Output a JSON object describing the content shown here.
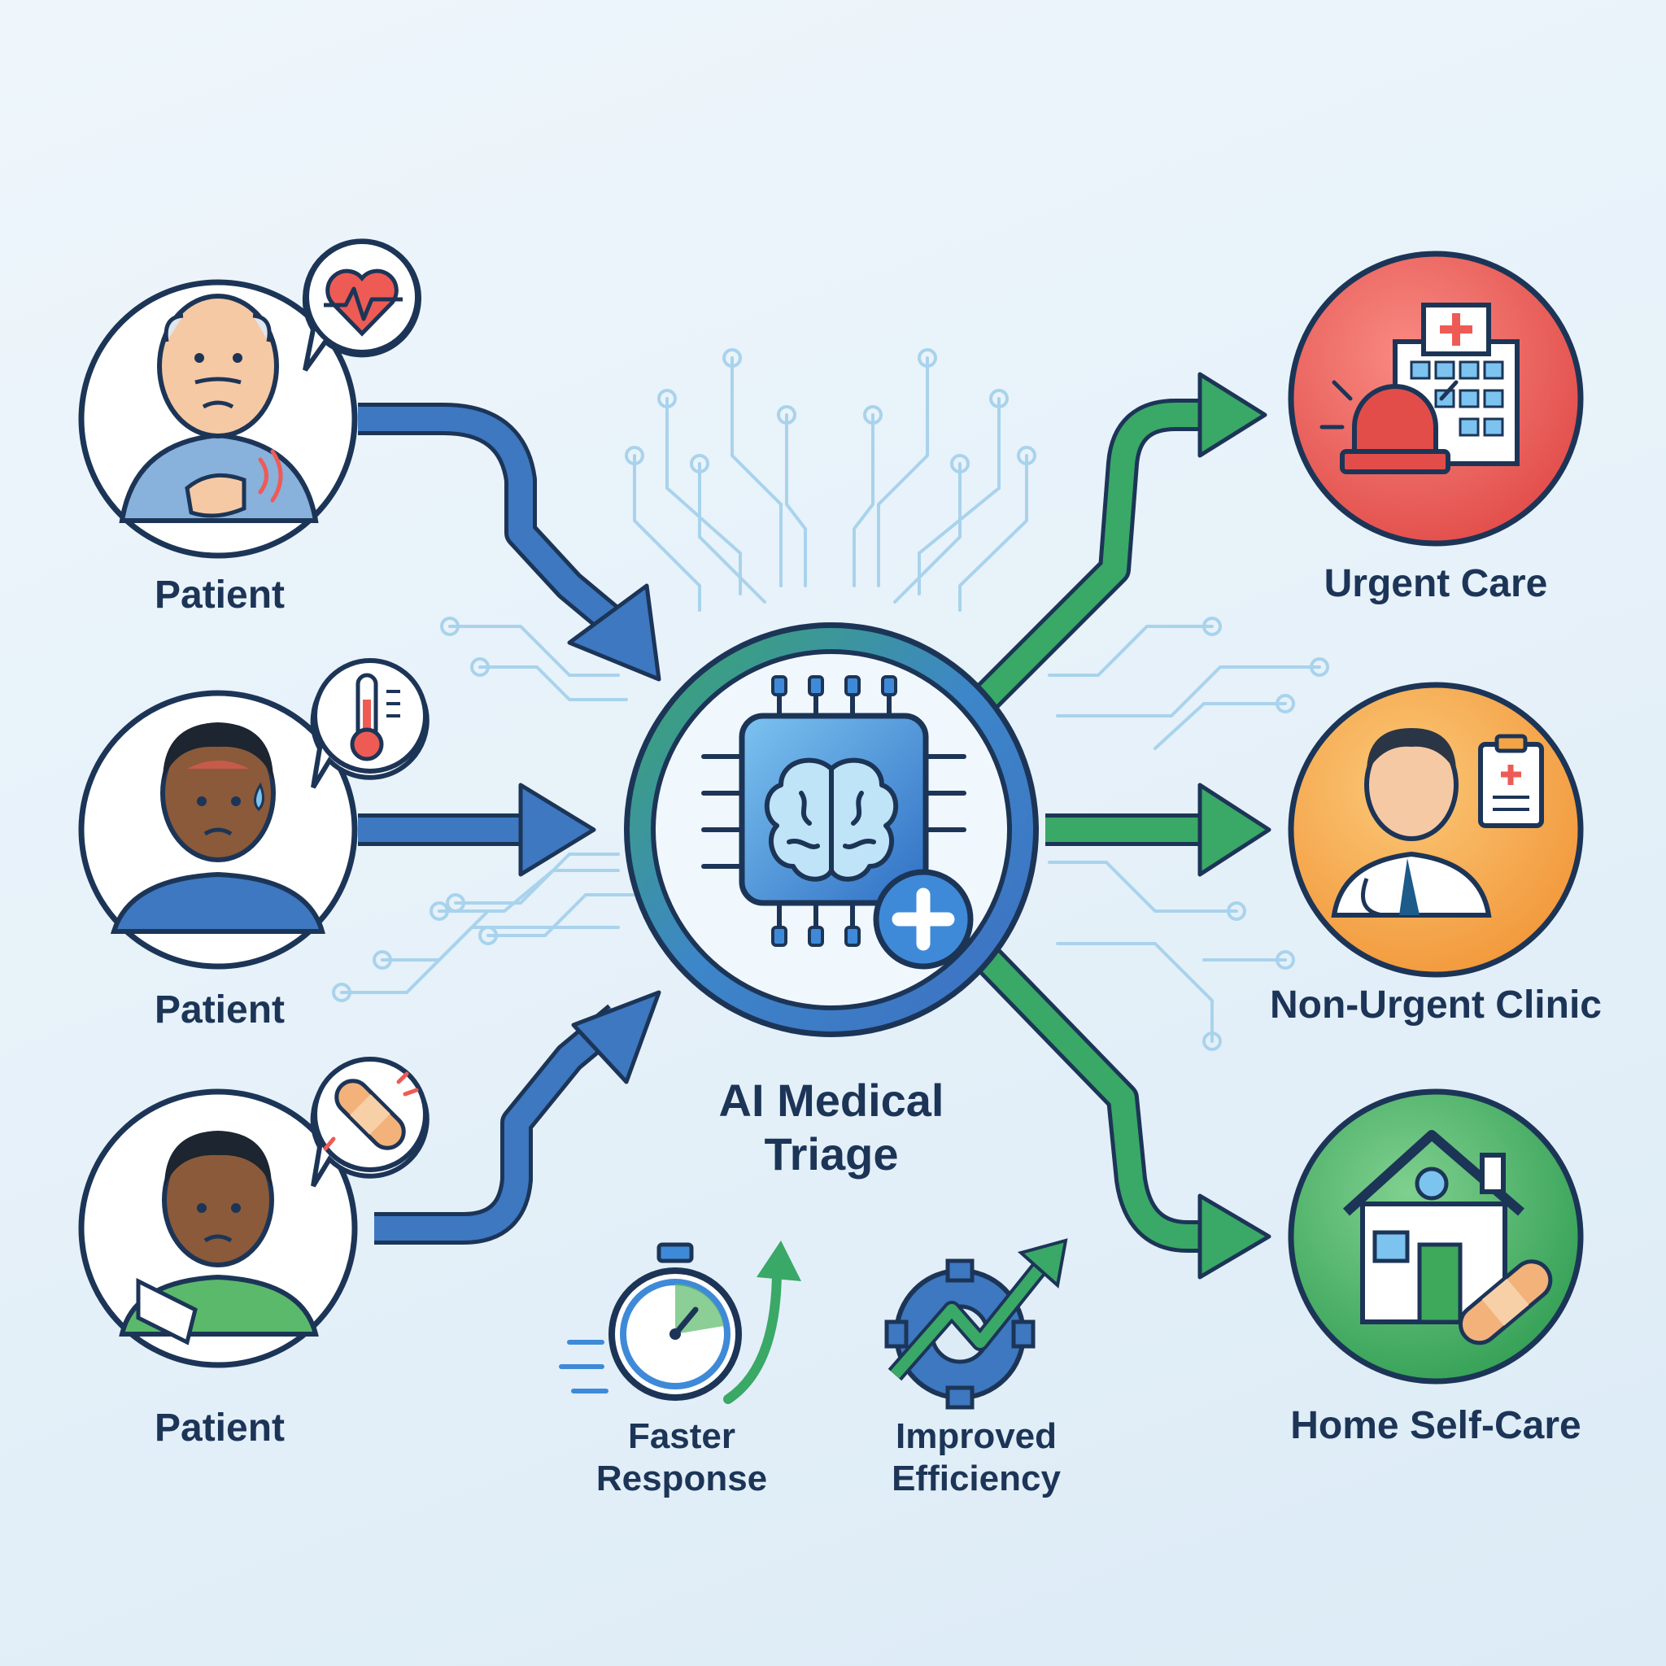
{
  "colors": {
    "navy": "#1c3557",
    "input_arrow": "#3d78c1",
    "output_arrow": "#3aa866",
    "urgent": "#ee5b55",
    "clinic": "#f3a445",
    "home": "#3ea85b",
    "accent_blue": "#3f8ad8"
  },
  "patients": [
    {
      "label": "Patient",
      "symptom_icon": "heart-rate-icon"
    },
    {
      "label": "Patient",
      "symptom_icon": "thermometer-icon"
    },
    {
      "label": "Patient",
      "symptom_icon": "bandage-icon"
    }
  ],
  "center": {
    "line1": "AI Medical",
    "line2": "Triage",
    "icon": "ai-brain-chip-icon"
  },
  "destinations": [
    {
      "label": "Urgent Care",
      "icon": "hospital-siren-icon"
    },
    {
      "label": "Non-Urgent Clinic",
      "icon": "doctor-clipboard-icon"
    },
    {
      "label": "Home Self-Care",
      "icon": "home-bandage-icon"
    }
  ],
  "benefits": [
    {
      "line1": "Faster",
      "line2": "Response",
      "icon": "stopwatch-icon"
    },
    {
      "line1": "Improved",
      "line2": "Efficiency",
      "icon": "gear-growth-icon"
    }
  ]
}
